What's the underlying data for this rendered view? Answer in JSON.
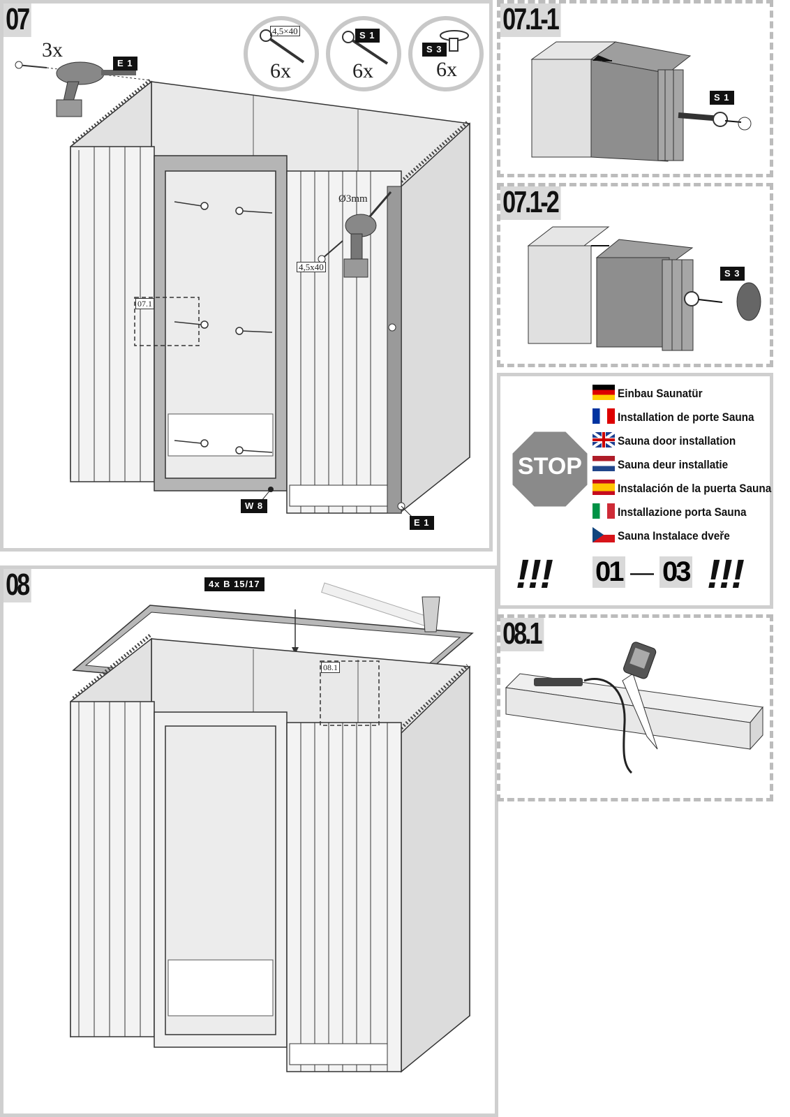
{
  "steps": {
    "s07": "07",
    "s08": "08",
    "s071_1": "07.1-1",
    "s071_2": "07.1-2",
    "s081": "08.1"
  },
  "parts": {
    "e1": "E 1",
    "s1": "S 1",
    "s3": "S 3",
    "w8": "W 8",
    "b1517": "4x B 15/17"
  },
  "quantities": {
    "screw_size": "4,5×40",
    "screw_qty": "6x",
    "s1_qty": "6x",
    "s3_qty": "6x",
    "e1_qty": "3x"
  },
  "annotations": {
    "drill_diameter": "Ø3mm",
    "screw_spec": "4,5x40",
    "ref_071": "07.1",
    "ref_081": "08.1"
  },
  "stop_panel": {
    "stop_text": "STOP",
    "languages": [
      {
        "label": "Einbau Saunatür",
        "flag": "de"
      },
      {
        "label": "Installation de porte Sauna",
        "flag": "fr"
      },
      {
        "label": "Sauna door installation",
        "flag": "gb"
      },
      {
        "label": "Sauna deur installatie",
        "flag": "nl"
      },
      {
        "label": "Instalación de la puerta Sauna",
        "flag": "es"
      },
      {
        "label": "Installazione porta Sauna",
        "flag": "it"
      },
      {
        "label": "Sauna Instalace dveře",
        "flag": "cz"
      }
    ],
    "range_from": "01",
    "range_dash": "—",
    "range_to": "03",
    "exclaim": "!!!"
  },
  "colors": {
    "panel_border": "#cfcfcf",
    "dashed_border": "#bcbcbc",
    "tag_bg": "#111111",
    "stop_sign": "#8a8a8a"
  }
}
